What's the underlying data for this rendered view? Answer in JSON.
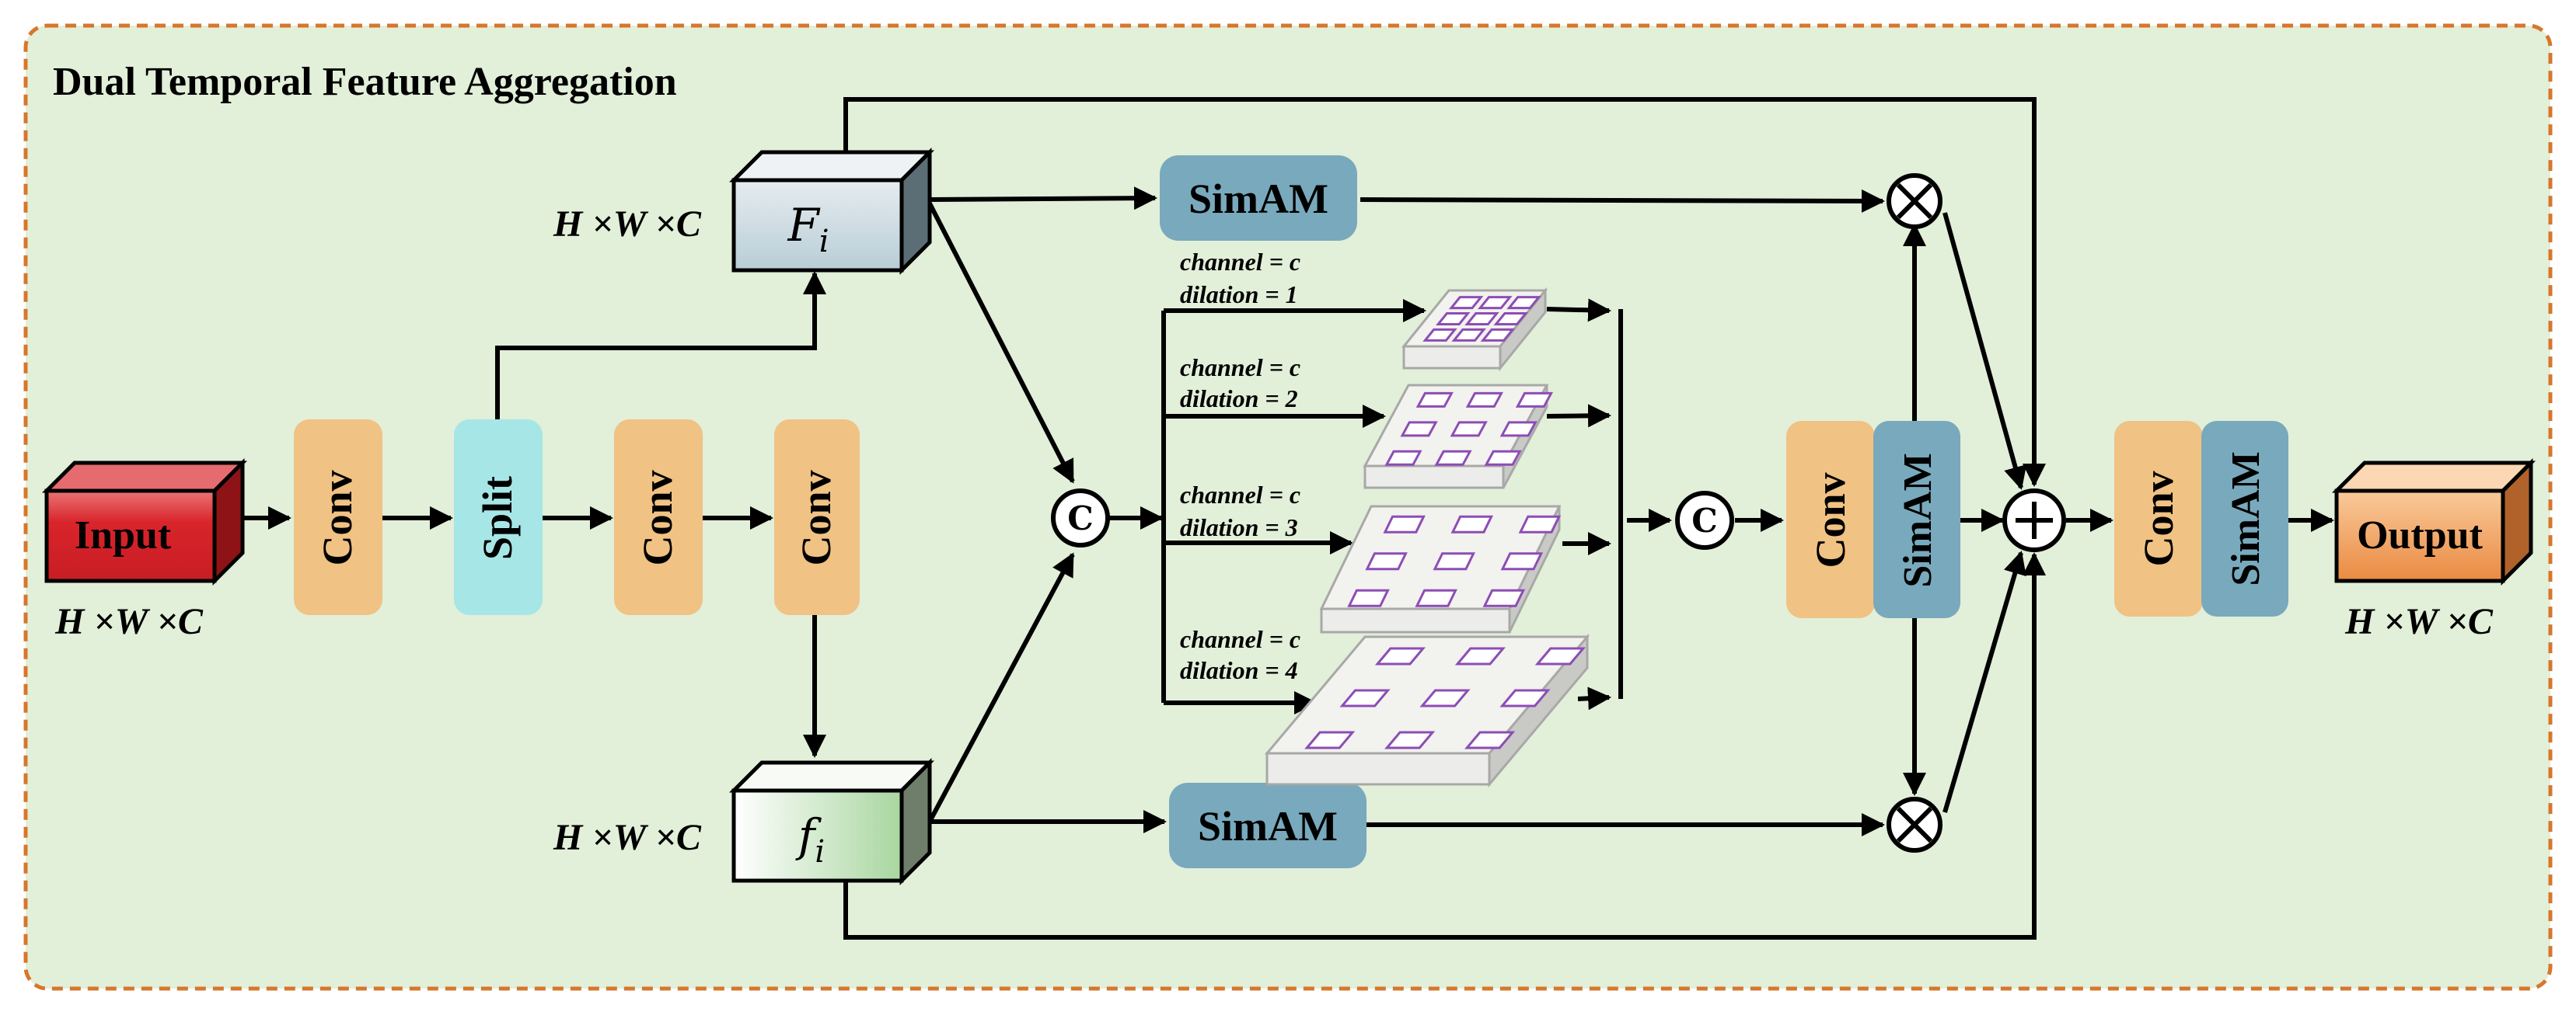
{
  "title": "Dual Temporal Feature Aggregation",
  "colors": {
    "background": "#e2efd9",
    "frame": "#d6772c",
    "conv": "#f0c283",
    "split": "#a6e6e6",
    "simam": "#79a9bc",
    "input_front": "#d9242b",
    "output_front": "#ef9852",
    "kernel_outline": "#8d4db5"
  },
  "blocks": {
    "input": "Input",
    "output": "Output",
    "conv": "Conv",
    "split": "Split",
    "simam": "SimAM"
  },
  "tensors": {
    "upper": {
      "symbol": "F",
      "subscript": "i",
      "dim": "H ×W ×C"
    },
    "lower": {
      "symbol": "f",
      "subscript": "i",
      "dim": "H ×W ×C"
    },
    "input_dim": "H ×W ×C",
    "output_dim": "H ×W ×C"
  },
  "dilated_branches": [
    {
      "channel": "channel = c",
      "dilation": "dilation = 1"
    },
    {
      "channel": "channel = c",
      "dilation": "dilation = 2"
    },
    {
      "channel": "channel = c",
      "dilation": "dilation = 3"
    },
    {
      "channel": "channel = c",
      "dilation": "dilation = 4"
    }
  ],
  "operators": {
    "concat": "C",
    "multiply": "⊗",
    "add": "+"
  }
}
